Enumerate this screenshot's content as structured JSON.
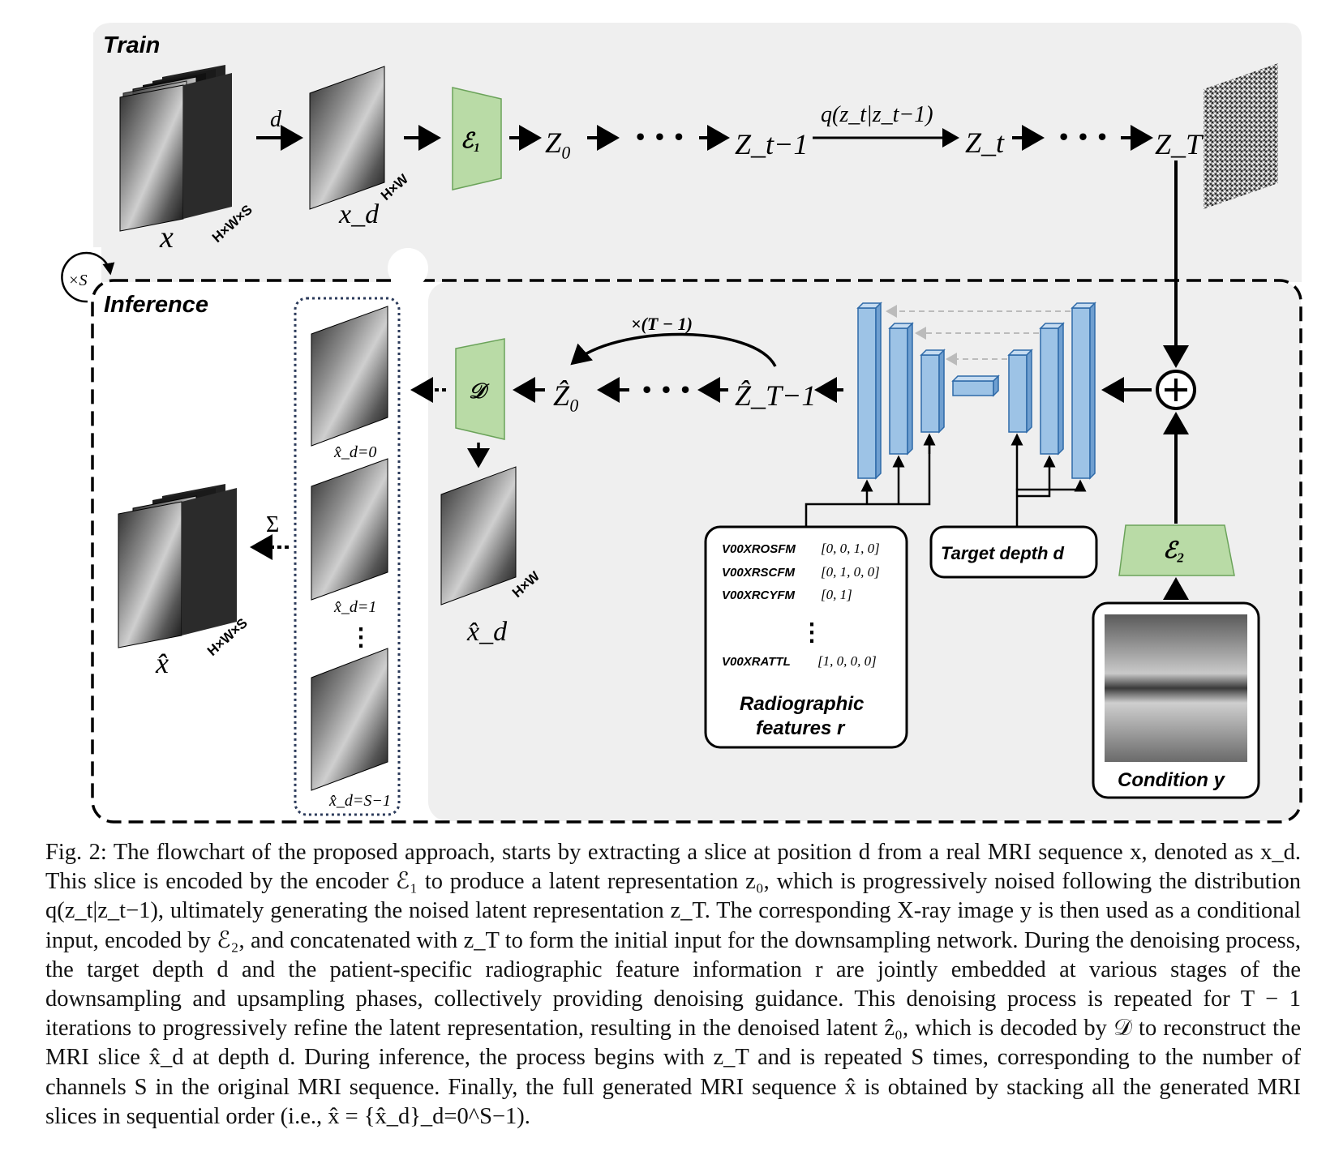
{
  "panels": {
    "train": "Train",
    "inference": "Inference",
    "repeat": "×S"
  },
  "dims": {
    "volume": "H×W×S",
    "slice": "H×W"
  },
  "train": {
    "x": "x",
    "d": "d",
    "xd": "x_d",
    "encoder1": "ℰ₁",
    "z0": "Z₀",
    "zt1": "Z_t−1",
    "zt": "Z_t",
    "zT": "Z_T",
    "ellipsis": "• • •",
    "q": "q(z_t|z_t−1)"
  },
  "inference": {
    "decoder": "𝒟",
    "z0hat": "Ẑ₀",
    "zT1hat": "Ẑ_T−1",
    "ellipsis": "• • •",
    "loop": "×(T − 1)",
    "xdhat": "x̂_d",
    "sum": "Σ",
    "xhat": "x̂",
    "slice_labels": [
      "x̂_d=0",
      "x̂_d=1",
      "x̂_d=S−1"
    ],
    "plus": "⊕",
    "encoder2": "ℰ₂"
  },
  "radiographic": {
    "rows": [
      {
        "code": "V00XROSFM",
        "value": "[0, 0, 1, 0]"
      },
      {
        "code": "V00XRSCFM",
        "value": "[0, 1, 0, 0]"
      },
      {
        "code": "V00XRCYFM",
        "value": "[0, 1]"
      },
      {
        "code": "V00XRATTL",
        "value": "[1, 0, 0, 0]"
      }
    ],
    "title_line1": "Radiographic",
    "title_line2": "features r"
  },
  "target_depth": "Target depth d",
  "condition": "Condition y",
  "colors": {
    "encoder_fill": "#b9dba6",
    "unet_fill": "#9dc3e6",
    "panel_bg": "#efefef"
  },
  "caption": "Fig. 2: The flowchart of the proposed approach, starts by extracting a slice at position d from a real MRI sequence x, denoted as x_d. This slice is encoded by the encoder ℰ₁ to produce a latent representation z₀, which is progressively noised following the distribution q(z_t|z_t−1), ultimately generating the noised latent representation z_T. The corresponding X-ray image y is then used as a conditional input, encoded by ℰ₂, and concatenated with z_T to form the initial input for the downsampling network. During the denoising process, the target depth d and the patient-specific radiographic feature information r are jointly embedded at various stages of the downsampling and upsampling phases, collectively providing denoising guidance. This denoising process is repeated for T − 1 iterations to progressively refine the latent representation, resulting in the denoised latent ẑ₀, which is decoded by 𝒟 to reconstruct the MRI slice x̂_d at depth d. During inference, the process begins with z_T and is repeated S times, corresponding to the number of channels S in the original MRI sequence. Finally, the full generated MRI sequence x̂ is obtained by stacking all the generated MRI slices in sequential order (i.e., x̂ = {x̂_d}_d=0^S−1)."
}
